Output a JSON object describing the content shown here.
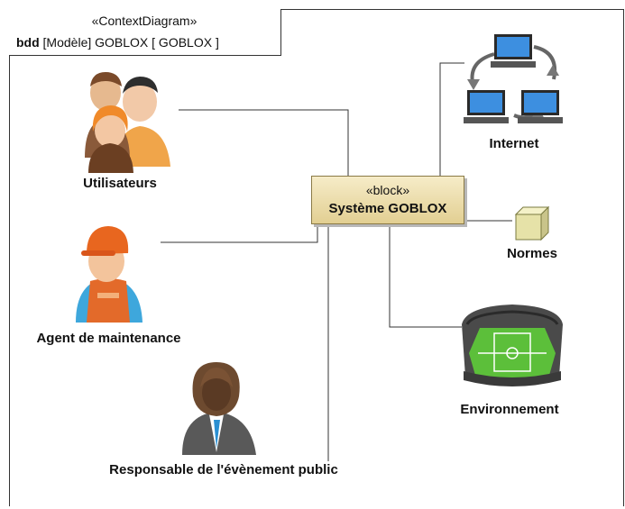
{
  "frame": {
    "stereotype": "«ContextDiagram»",
    "kind": "bdd",
    "title": "[Modèle] GOBLOX [ GOBLOX ]"
  },
  "system_block": {
    "stereotype": "«block»",
    "name": "Système GOBLOX"
  },
  "actors": [
    {
      "id": "utilisateurs",
      "label": "Utilisateurs",
      "icon": "users-group-icon"
    },
    {
      "id": "agent",
      "label": "Agent de maintenance",
      "icon": "maintenance-worker-icon"
    },
    {
      "id": "responsable",
      "label": "Responsable de l'évènement public",
      "icon": "business-person-icon"
    }
  ],
  "externals": [
    {
      "id": "internet",
      "label": "Internet",
      "icon": "network-computers-icon"
    },
    {
      "id": "normes",
      "label": "Normes",
      "icon": "cube-icon"
    },
    {
      "id": "environnement",
      "label": "Environnement",
      "icon": "stadium-icon"
    }
  ],
  "colors": {
    "block_fill_top": "#f6ecc8",
    "block_fill_bottom": "#e2cf92",
    "line": "#333333"
  }
}
